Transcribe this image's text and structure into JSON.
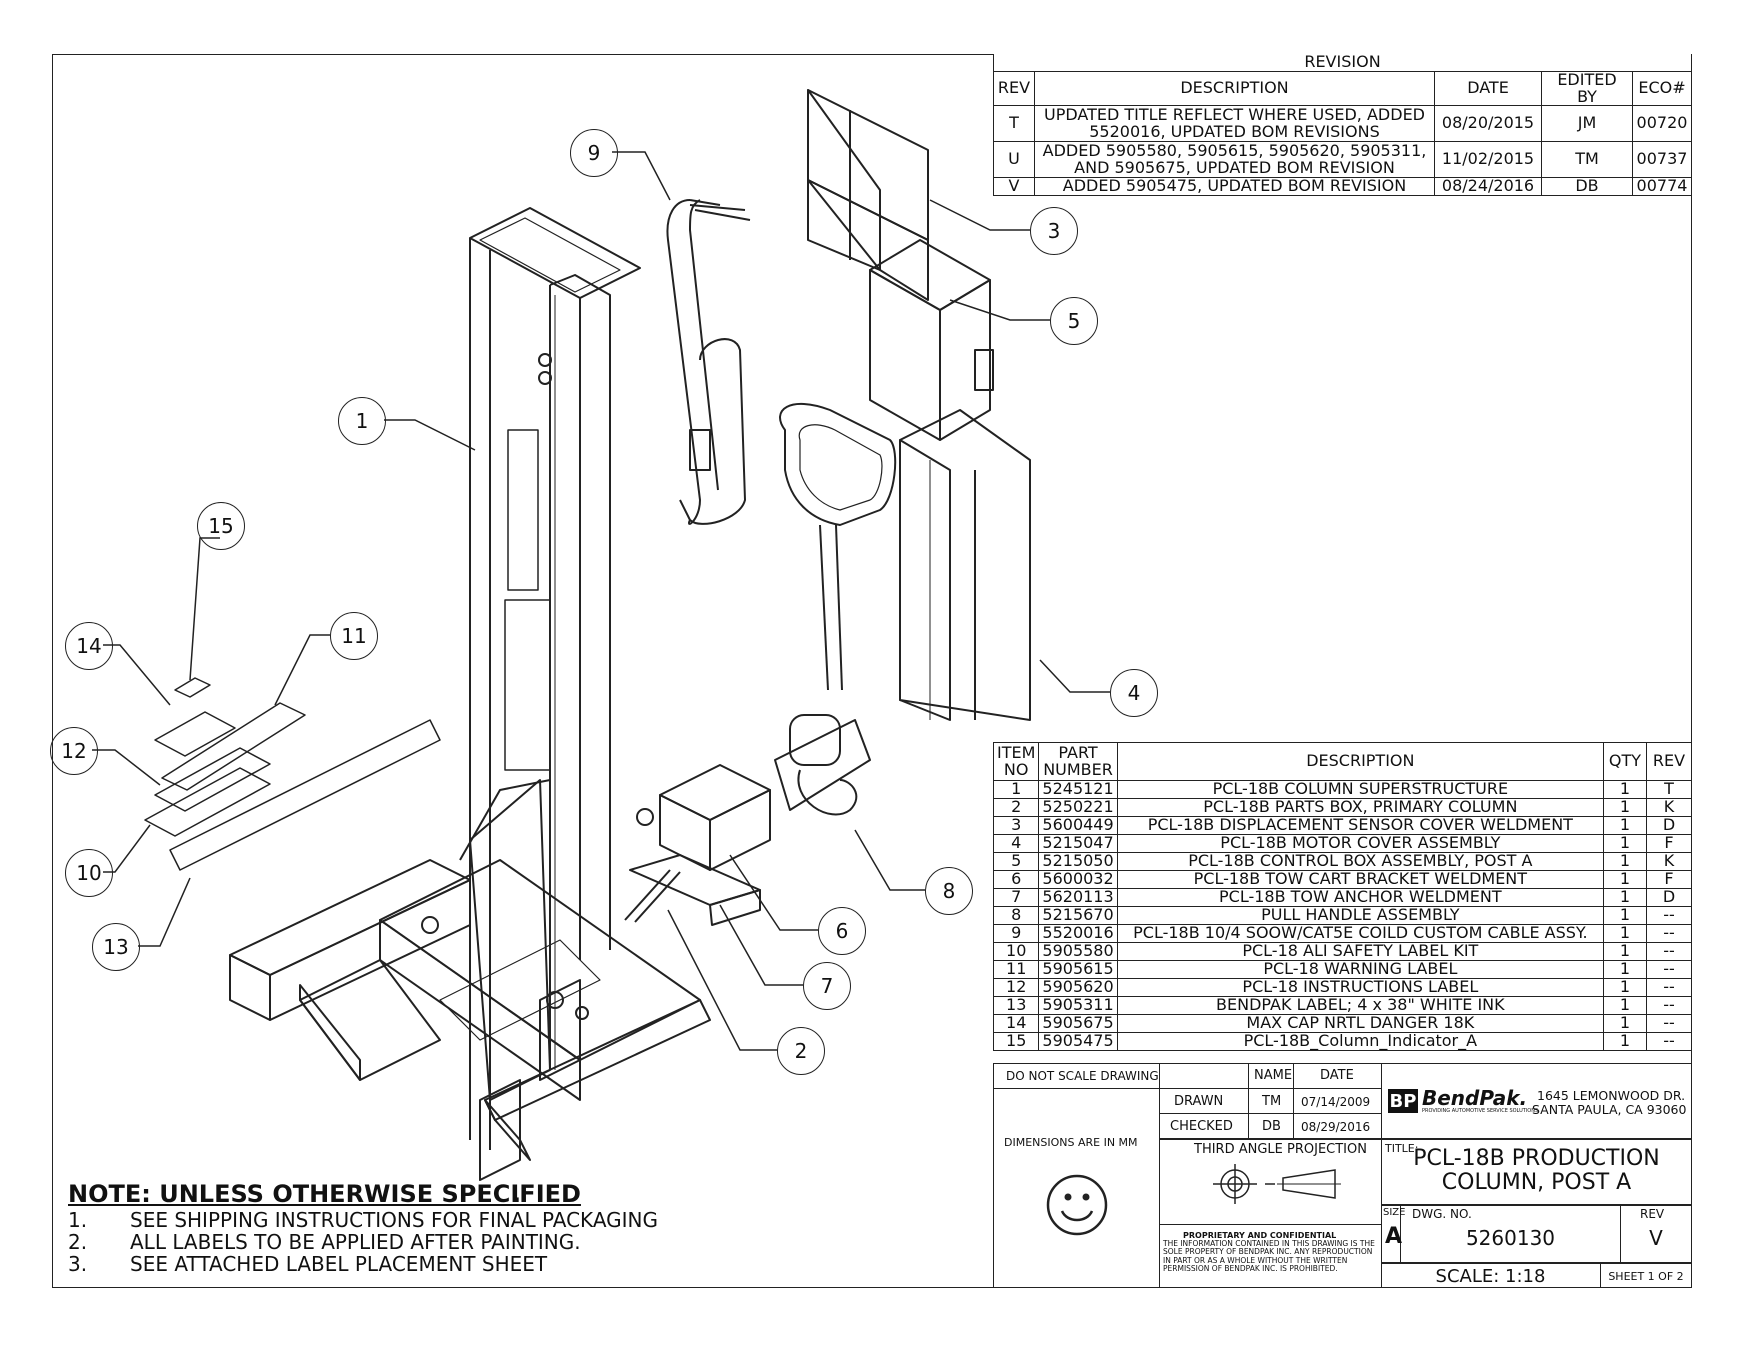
{
  "revision_block": {
    "title": "REVISION",
    "headers": [
      "REV",
      "DESCRIPTION",
      "DATE",
      "EDITED BY",
      "ECO#"
    ],
    "rows": [
      {
        "rev": "T",
        "description": "UPDATED TITLE REFLECT WHERE USED, ADDED 5520016, UPDATED BOM REVISIONS",
        "date": "08/20/2015",
        "edited_by": "JM",
        "eco": "00720"
      },
      {
        "rev": "U",
        "description": "ADDED 5905580, 5905615, 5905620, 5905311, AND 5905675, UPDATED BOM REVISION",
        "date": "11/02/2015",
        "edited_by": "TM",
        "eco": "00737"
      },
      {
        "rev": "V",
        "description": "ADDED 5905475, UPDATED BOM REVISION",
        "date": "08/24/2016",
        "edited_by": "DB",
        "eco": "00774"
      }
    ]
  },
  "bom": {
    "headers": {
      "item": "ITEM NO",
      "part": "PART NUMBER",
      "description": "DESCRIPTION",
      "qty": "QTY",
      "rev": "REV"
    },
    "rows": [
      {
        "item": "1",
        "part": "5245121",
        "description": "PCL-18B COLUMN SUPERSTRUCTURE",
        "qty": "1",
        "rev": "T"
      },
      {
        "item": "2",
        "part": "5250221",
        "description": "PCL-18B PARTS BOX, PRIMARY COLUMN",
        "qty": "1",
        "rev": "K"
      },
      {
        "item": "3",
        "part": "5600449",
        "description": "PCL-18B DISPLACEMENT SENSOR COVER WELDMENT",
        "qty": "1",
        "rev": "D"
      },
      {
        "item": "4",
        "part": "5215047",
        "description": "PCL-18B MOTOR COVER ASSEMBLY",
        "qty": "1",
        "rev": "F"
      },
      {
        "item": "5",
        "part": "5215050",
        "description": "PCL-18B CONTROL BOX ASSEMBLY, POST A",
        "qty": "1",
        "rev": "K"
      },
      {
        "item": "6",
        "part": "5600032",
        "description": "PCL-18B TOW CART BRACKET WELDMENT",
        "qty": "1",
        "rev": "F"
      },
      {
        "item": "7",
        "part": "5620113",
        "description": "PCL-18B TOW ANCHOR WELDMENT",
        "qty": "1",
        "rev": "D"
      },
      {
        "item": "8",
        "part": "5215670",
        "description": "PULL HANDLE ASSEMBLY",
        "qty": "1",
        "rev": "--"
      },
      {
        "item": "9",
        "part": "5520016",
        "description": "PCL-18B 10/4 SOOW/CAT5E COILD CUSTOM CABLE ASSY.",
        "qty": "1",
        "rev": "--"
      },
      {
        "item": "10",
        "part": "5905580",
        "description": "PCL-18 ALI SAFETY LABEL KIT",
        "qty": "1",
        "rev": "--"
      },
      {
        "item": "11",
        "part": "5905615",
        "description": "PCL-18 WARNING LABEL",
        "qty": "1",
        "rev": "--"
      },
      {
        "item": "12",
        "part": "5905620",
        "description": "PCL-18 INSTRUCTIONS LABEL",
        "qty": "1",
        "rev": "--"
      },
      {
        "item": "13",
        "part": "5905311",
        "description": "BENDPAK LABEL; 4 x 38\" WHITE INK",
        "qty": "1",
        "rev": "--"
      },
      {
        "item": "14",
        "part": "5905675",
        "description": "MAX CAP NRTL DANGER 18K",
        "qty": "1",
        "rev": "--"
      },
      {
        "item": "15",
        "part": "5905475",
        "description": "PCL-18B_Column_Indicator_A",
        "qty": "1",
        "rev": "--"
      }
    ]
  },
  "balloons": [
    "1",
    "2",
    "3",
    "4",
    "5",
    "6",
    "7",
    "8",
    "9",
    "10",
    "11",
    "12",
    "13",
    "14",
    "15"
  ],
  "notes": {
    "title": "NOTE: UNLESS OTHERWISE SPECIFIED",
    "items": [
      {
        "num": "1.",
        "text": "SEE SHIPPING INSTRUCTIONS FOR FINAL PACKAGING"
      },
      {
        "num": "2.",
        "text": "ALL LABELS TO BE APPLIED AFTER PAINTING."
      },
      {
        "num": "3.",
        "text": "SEE ATTACHED LABEL PLACEMENT SHEET"
      }
    ]
  },
  "title_block": {
    "do_not_scale": "DO NOT SCALE DRAWING",
    "name_header": "NAME",
    "date_header": "DATE",
    "drawn_label": "DRAWN",
    "drawn_name": "TM",
    "drawn_date": "07/14/2009",
    "checked_label": "CHECKED",
    "checked_name": "DB",
    "checked_date": "08/29/2016",
    "dimensions": "DIMENSIONS ARE IN MM",
    "projection": "THIRD ANGLE PROJECTION",
    "company": "BendPak.",
    "company_tagline": "PROVIDING AUTOMOTIVE SERVICE SOLUTIONS",
    "address_line1": "1645 LEMONWOOD DR.",
    "address_line2": "SANTA PAULA, CA 93060",
    "title_label": "TITLE:",
    "title_line1": "PCL-18B PRODUCTION",
    "title_line2": "COLUMN, POST A",
    "size_label": "SIZE",
    "size": "A",
    "dwg_label": "DWG. NO.",
    "dwg_no": "5260130",
    "rev_label": "REV",
    "rev": "V",
    "scale": "SCALE: 1:18",
    "sheet": "SHEET 1 OF 2",
    "proprietary_title": "PROPRIETARY AND CONFIDENTIAL",
    "proprietary_text": "THE INFORMATION CONTAINED IN THIS DRAWING IS THE SOLE PROPERTY OF BENDPAK INC. ANY REPRODUCTION IN PART OR AS A WHOLE WITHOUT THE WRITTEN PERMISSION OF BENDPAK INC. IS PROHIBITED."
  }
}
